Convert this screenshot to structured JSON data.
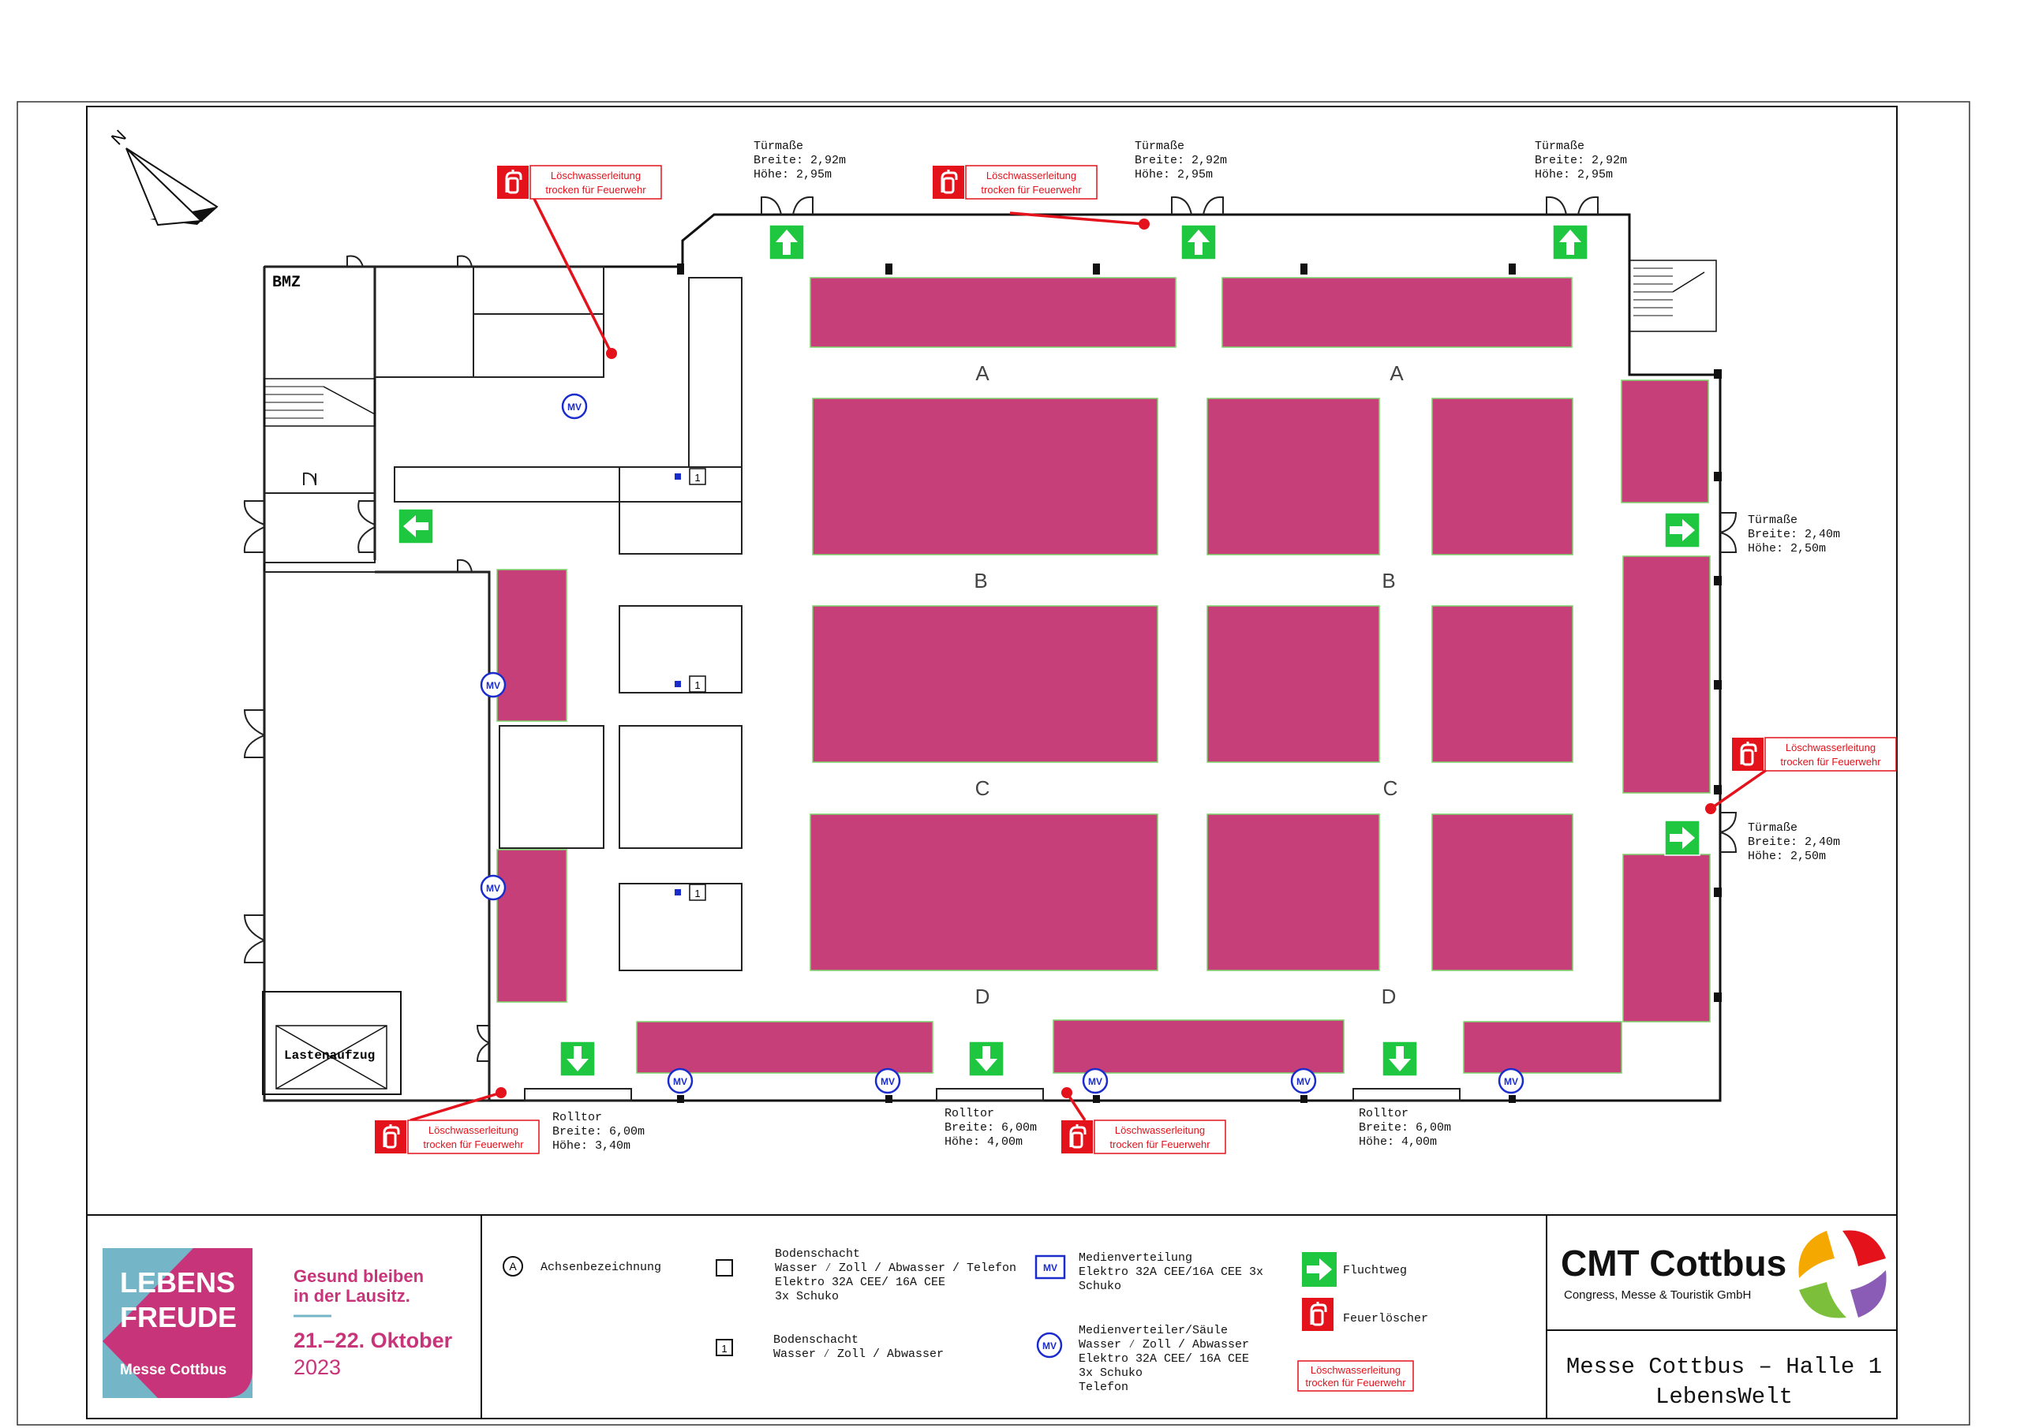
{
  "plan": {
    "room_bmz": "BMZ",
    "elevator": "Lastenaufzug",
    "north": "N",
    "axes": [
      "A",
      "A",
      "B",
      "B",
      "C",
      "C",
      "D",
      "D"
    ],
    "doors": {
      "top1": [
        "Türmaße",
        "Breite: 2,92m",
        "Höhe: 2,95m"
      ],
      "top2": [
        "Türmaße",
        "Breite: 2,92m",
        "Höhe: 2,95m"
      ],
      "top3": [
        "Türmaße",
        "Breite: 2,92m",
        "Höhe: 2,95m"
      ],
      "right1": [
        "Türmaße",
        "Breite: 2,40m",
        "Höhe: 2,50m"
      ],
      "right2": [
        "Türmaße",
        "Breite: 2,40m",
        "Höhe: 2,50m"
      ],
      "roll1": [
        "Rolltor",
        "Breite: 6,00m",
        "Höhe: 3,40m"
      ],
      "roll2": [
        "Rolltor",
        "Breite: 6,00m",
        "Höhe: 4,00m"
      ],
      "roll3": [
        "Rolltor",
        "Breite: 6,00m",
        "Höhe: 4,00m"
      ]
    },
    "hydrant_label": [
      "Löschwasserleitung",
      "trocken für Feuerwehr"
    ],
    "mv_label": "MV",
    "box_number": "1"
  },
  "footer": {
    "event": {
      "logo_line1": "LEBENS",
      "logo_line2": "FREUDE",
      "logo_sub": "Messe Cottbus",
      "slogan_line1": "Gesund bleiben",
      "slogan_line2": "in der Lausitz.",
      "date": "21.–22. Oktober",
      "year": "2023"
    },
    "legend": {
      "axis_symbol": "A",
      "axis_text": "Achsenbezeichnung",
      "bodenschacht1": [
        "Bodenschacht",
        "Wasser ⁄ Zoll / Abwasser / Telefon",
        "Elektro 32A CEE/ 16A CEE",
        "3x Schuko"
      ],
      "bodenschacht2": [
        "Bodenschacht",
        "Wasser ⁄ Zoll / Abwasser"
      ],
      "medienverteilung": [
        "Medienverteilung",
        "Elektro 32A CEE/16A CEE 3x",
        "Schuko"
      ],
      "medienverteiler_saeule": [
        "Medienverteiler/Säule",
        "Wasser ⁄ Zoll / Abwasser",
        "Elektro 32A CEE/ 16A CEE",
        "3x Schuko",
        "Telefon"
      ],
      "fluchtweg": "Fluchtweg",
      "feuerloescher": "Feuerlöscher",
      "hydrant": [
        "Löschwasserleitung",
        "trocken für Feuerwehr"
      ]
    },
    "company": {
      "name": "CMT Cottbus",
      "sub": "Congress, Messe & Touristik GmbH",
      "title_line1": "Messe Cottbus – Halle 1",
      "title_line2": "LebensWelt"
    }
  },
  "colors": {
    "booth": "#c73f78",
    "escape": "#1fc640",
    "hydrant": "#e3121b",
    "mv": "#1a2ccc",
    "logo_teal": "#74b6c8",
    "logo_pink": "#c8347a"
  }
}
